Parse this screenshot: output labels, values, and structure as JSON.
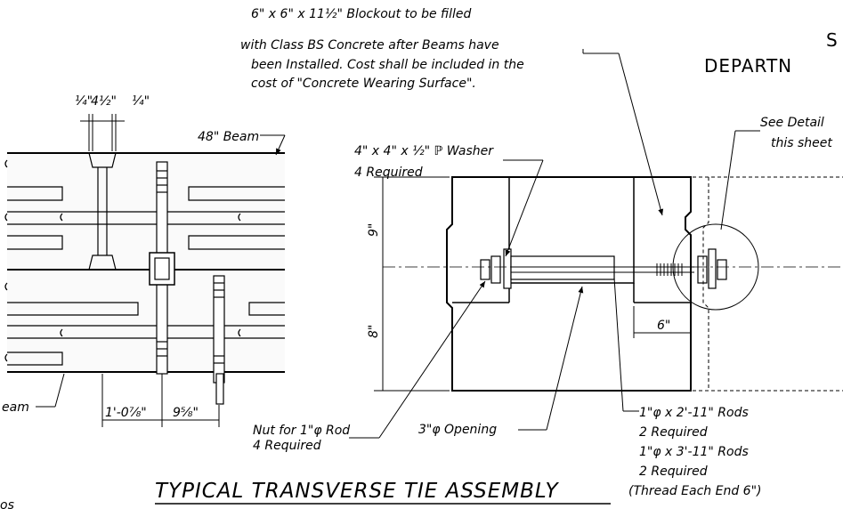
{
  "header": {
    "line1": "S",
    "line2": "DEPARTN"
  },
  "notes": {
    "blockout_1": "6\" x 6\" x 11½\" Blockout to be filled",
    "blockout_2": "with Class BS Concrete after Beams have",
    "blockout_3": "been Installed.  Cost shall be included in the",
    "blockout_4": "cost of  \"Concrete Wearing Surface\".",
    "washer_1": "4\" x 4\" x ½\" ℙ Washer",
    "washer_2": "4 Required",
    "see_detail_1": "See Detail",
    "see_detail_2": "this sheet",
    "nut_1": "Nut for 1\"φ Rod",
    "nut_2": "4 Required",
    "opening": "3\"φ Opening",
    "rods_1": "1\"φ x 2'-11\" Rods",
    "rods_2": "2 Required",
    "rods_3": "1\"φ x 3'-11\" Rods",
    "rods_4": "2 Required",
    "rods_5": "(Thread Each End 6\")",
    "beam_48": "48\" Beam",
    "beam_left": "eam",
    "corner": "os"
  },
  "dimensions": {
    "quarter_left": "¼\"",
    "four_half": "4½\"",
    "quarter_right": "¼\"",
    "nine": "9\"",
    "eight": "8\"",
    "six": "6\"",
    "one_foot": "1'-0⅞\"",
    "nine_five": "9⅝\""
  },
  "title": "TYPICAL TRANSVERSE TIE ASSEMBLY"
}
